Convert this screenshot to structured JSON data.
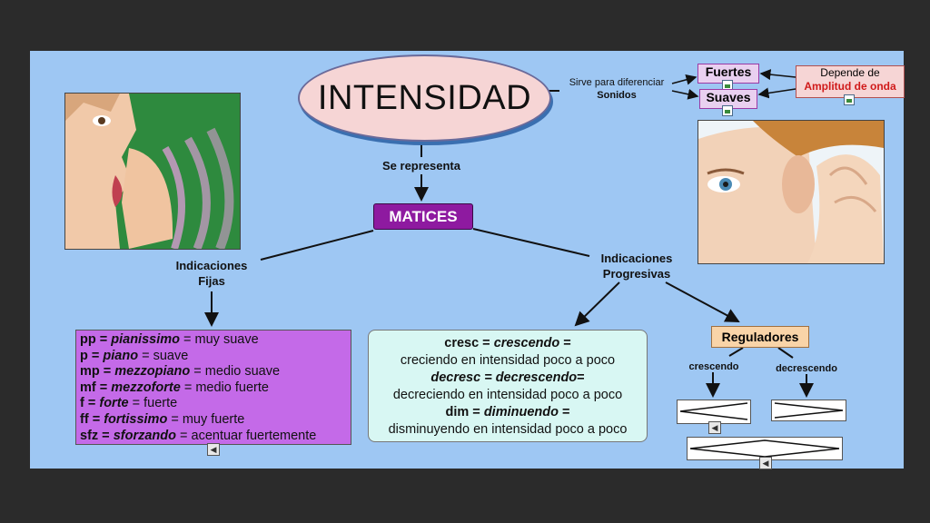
{
  "title": "INTENSIDAD",
  "se_representa": "Se representa",
  "sirve": {
    "line1": "Sirve para diferenciar",
    "line2": "Sonidos"
  },
  "fuertes": "Fuertes",
  "suaves": "Suaves",
  "depende": {
    "line1": "Depende de",
    "line2": "Amplitud de onda"
  },
  "matices": "MATICES",
  "fijas_label": {
    "line1": "Indicaciones",
    "line2": "Fijas"
  },
  "progresivas_label": {
    "line1": "Indicaciones",
    "line2": "Progresivas"
  },
  "fijas": [
    {
      "abbr": "pp",
      "term": "pianissimo",
      "meaning": "muy suave"
    },
    {
      "abbr": "p",
      "term": "piano",
      "meaning": "suave"
    },
    {
      "abbr": "mp",
      "term": "mezzopiano",
      "meaning": "medio suave"
    },
    {
      "abbr": "mf",
      "term": "mezzoforte",
      "meaning": "medio fuerte"
    },
    {
      "abbr": "f",
      "term": "forte",
      "meaning": "fuerte"
    },
    {
      "abbr": "ff",
      "term": "fortissimo",
      "meaning": "muy fuerte"
    },
    {
      "abbr": "sfz",
      "term": "sforzando",
      "meaning": "acentuar fuertemente"
    }
  ],
  "progresivas": [
    {
      "abbr": "cresc",
      "term": "crescendo",
      "eq": " =",
      "meaning": "creciendo en intensidad poco a poco"
    },
    {
      "abbr": "decresc",
      "term": "decrescendo",
      "eq": "=",
      "meaning": "decreciendo en intensidad poco a poco"
    },
    {
      "abbr": "dim",
      "term": "diminuendo",
      "eq": " =",
      "meaning": "disminuyendo en intensidad poco a poco"
    }
  ],
  "reguladores": "Reguladores",
  "crescendo": "crescendo",
  "decrescendo": "decrescendo",
  "colors": {
    "background": "#9ec7f3",
    "matices": "#8e1aa0",
    "fijas_box": "#c46ae8",
    "prog_box": "#d8f7f3",
    "reguladores": "#f9d4a8"
  },
  "icons": [
    "speaker-icon",
    "image-icon"
  ]
}
